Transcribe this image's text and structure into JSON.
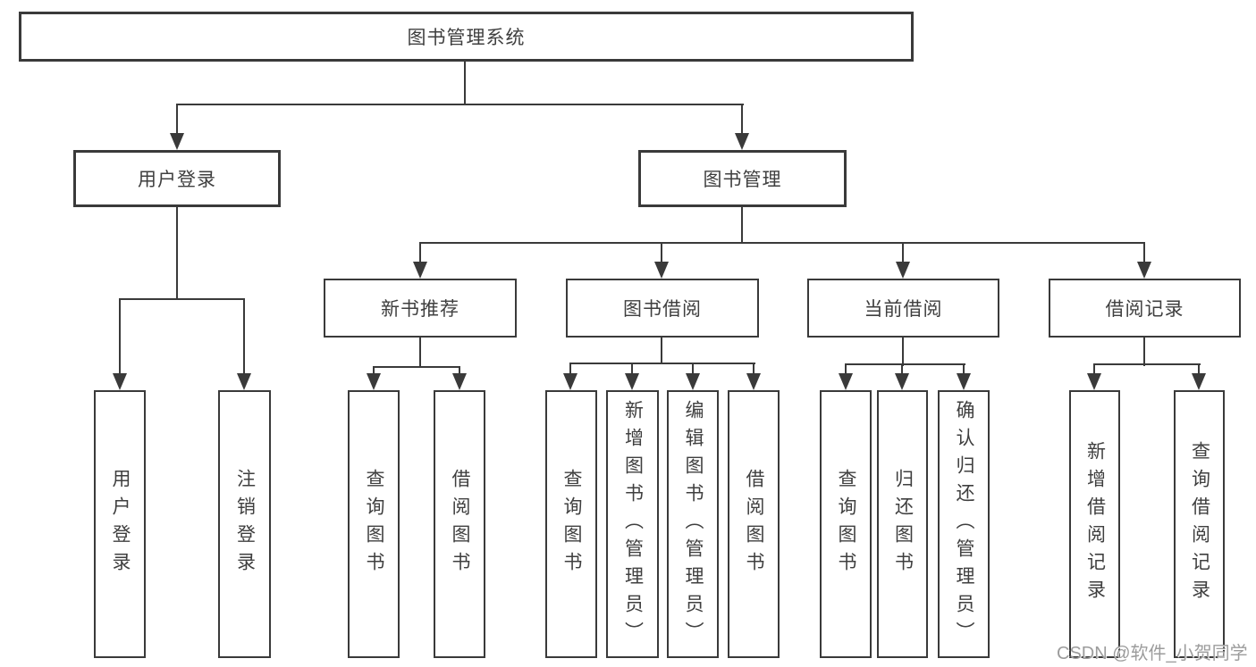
{
  "diagram": {
    "root": {
      "label": "图书管理系统"
    },
    "level2": [
      {
        "label": "用户登录"
      },
      {
        "label": "图书管理"
      }
    ],
    "level3": [
      {
        "label": "新书推荐"
      },
      {
        "label": "图书借阅"
      },
      {
        "label": "当前借阅"
      },
      {
        "label": "借阅记录"
      }
    ],
    "leaves": [
      {
        "label": "用户登录"
      },
      {
        "label": "注销登录"
      },
      {
        "label": "查询图书"
      },
      {
        "label": "借阅图书"
      },
      {
        "label": "查询图书"
      },
      {
        "label": "新增图书（管理员）"
      },
      {
        "label": "编辑图书（管理员）"
      },
      {
        "label": "借阅图书"
      },
      {
        "label": "查询图书"
      },
      {
        "label": "归还图书"
      },
      {
        "label": "确认归还（管理员）"
      },
      {
        "label": "新增借阅记录"
      },
      {
        "label": "查询借阅记录"
      }
    ],
    "watermark": "CSDN @软件_小贺同学",
    "colors": {
      "line": "#3a3a3a",
      "text": "#3f3f3f",
      "watermark": "#9c9c9c",
      "background": "#ffffff"
    }
  }
}
